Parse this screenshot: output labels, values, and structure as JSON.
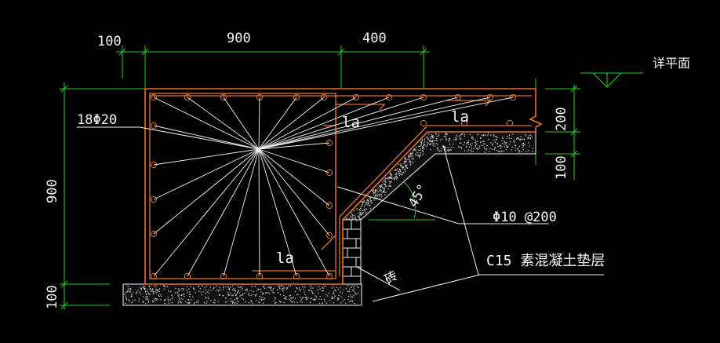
{
  "dimensions": {
    "top_100": "100",
    "top_900": "900",
    "top_400": "400",
    "left_900": "900",
    "left_100": "100",
    "right_200": "200",
    "right_100": "100"
  },
  "labels": {
    "elevation": "详平面",
    "rebar_main": "18Φ20",
    "la_1": "la",
    "la_2": "la",
    "la_3": "la",
    "angle": "45°",
    "stirrup": "Φ10 @200",
    "brick": "砖",
    "cushion": "C15 素混凝土垫层"
  },
  "colors": {
    "background": "#000000",
    "dimension": "#1fd11f",
    "rebar": "#e8702a",
    "text": "#f2f2f2"
  }
}
